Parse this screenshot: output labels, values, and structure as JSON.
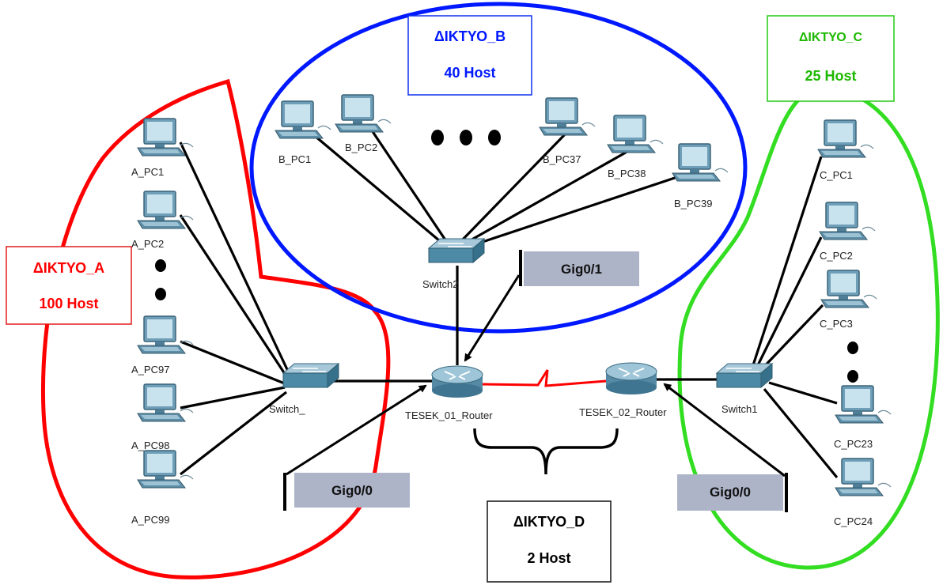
{
  "networks": {
    "a": {
      "name": "ΔΙΚΤΥΟ_A",
      "hosts": "100 Host",
      "color": "#ff0000"
    },
    "b": {
      "name": "ΔΙΚΤΥΟ_B",
      "hosts": "40 Host",
      "color": "#0018ff"
    },
    "c": {
      "name": "ΔΙΚΤΥΟ_C",
      "hosts": "25 Host",
      "color": "#1db800"
    },
    "d": {
      "name": "ΔΙΚΤΥΟ_D",
      "hosts": "2 Host",
      "color": "#000000"
    }
  },
  "pcs_a": [
    "A_PC1",
    "A_PC2",
    "A_PC97",
    "A_PC98",
    "A_PC99"
  ],
  "pcs_b": [
    "B_PC1",
    "B_PC2",
    "B_PC37",
    "B_PC38",
    "B_PC39"
  ],
  "pcs_c": [
    "C_PC1",
    "C_PC2",
    "C_PC3",
    "C_PC23",
    "C_PC24"
  ],
  "switches": {
    "a": "Switch_",
    "b": "Switch2",
    "c": "Switch1"
  },
  "routers": {
    "r1": "TESEK_01_Router",
    "r2": "TESEK_02_Router"
  },
  "ports": {
    "p1": "Gig0/1",
    "p2": "Gig0/0",
    "p3": "Gig0/0"
  },
  "colors": {
    "port_box": "#aeb4c8",
    "device": "#5a8ca8",
    "wan_link": "#ff0000"
  }
}
